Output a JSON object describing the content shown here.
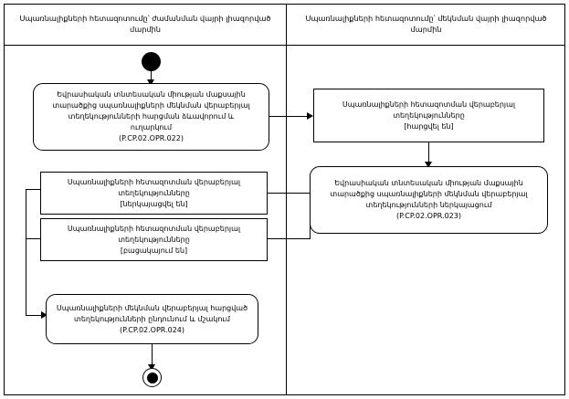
{
  "lanes": [
    {
      "id": "lane-left",
      "title": "Սպառնալիքների հետազոտումը՝ ժամանման վայրի լիազորված մարմին"
    },
    {
      "id": "lane-right",
      "title": "Սպառնալիքների հետազոտումը՝ մեկնման վայրի լիազորված մարմին"
    }
  ],
  "nodes": {
    "start": {
      "name": "start-node"
    },
    "end": {
      "name": "end-node"
    },
    "activity_022": {
      "lines": [
        "Եվրասիական տնտեսական միության մաքսային",
        "տարածքից սպառնալիքների մեկնման վերաբերյալ",
        "տեղեկությունների հարցման ձևավորում և",
        "ուղարկում",
        "(P.CP.02.OPR.022)"
      ]
    },
    "verified_sent": {
      "lines": [
        "Սպառնալիքների հետազոտման վերաբերյալ",
        "տեղեկությունները",
        "[հարցվել են]"
      ]
    },
    "activity_023": {
      "lines": [
        "Եվրասիական տնտեսական միության մաքսային",
        "տարածքից սպառնալիքների մեկնման վերաբերյալ",
        "տեղեկությունների ներկայացում",
        "(P.CP.02.OPR.023)"
      ]
    },
    "received_obj": {
      "lines": [
        "Սպառնալիքների հետազոտման վերաբերյալ",
        "տեղեկությունները",
        "[ներկայացվել են]"
      ]
    },
    "rejected_obj": {
      "lines": [
        "Սպառնալիքների հետազոտման վերաբերյալ",
        "տեղեկությունները",
        "[բացակայում են]"
      ]
    },
    "activity_024": {
      "lines": [
        "Սպառնալիքների մեկնման վերաբերյալ հարցված",
        "տեղեկությունների ընդունում և մշակում",
        "(P.CP.02.OPR.024)"
      ]
    }
  },
  "colors": {
    "stroke": "#000000",
    "background": "#ffffff",
    "text": "#000000"
  }
}
